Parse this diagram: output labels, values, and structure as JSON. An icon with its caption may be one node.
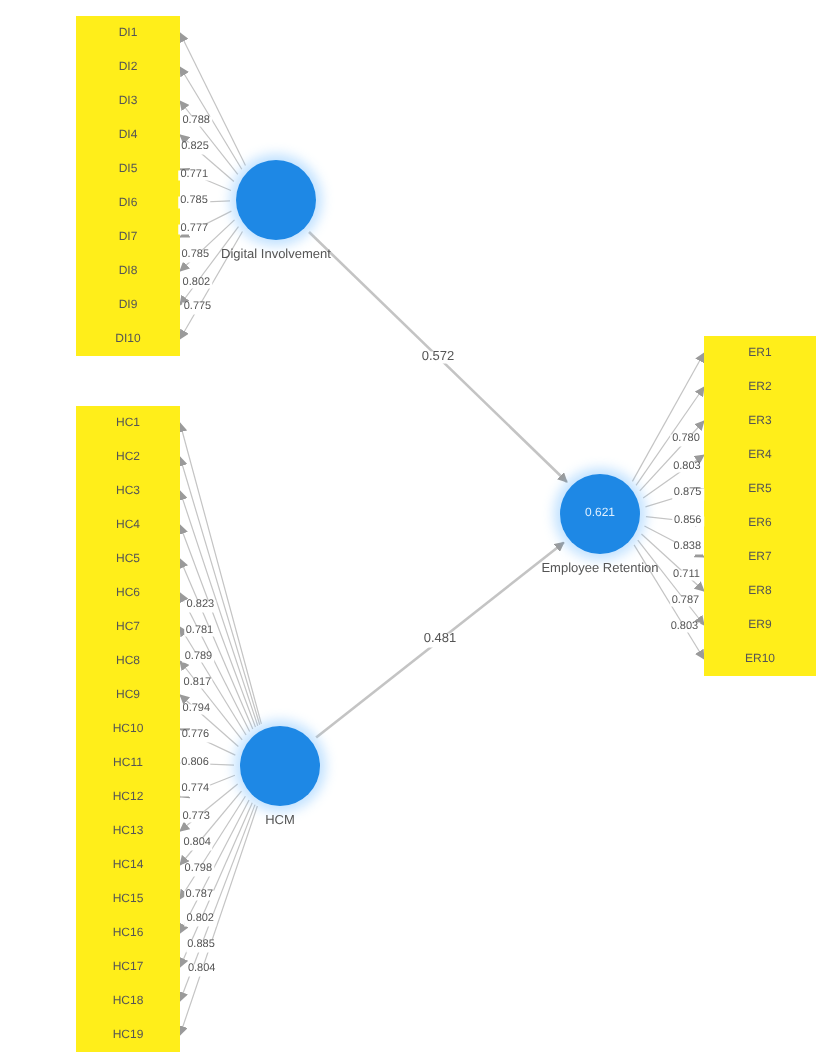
{
  "diagram": {
    "nodes": [
      {
        "text": [],
        "shape": "circle",
        "beside": [
          "Digital Involvement"
        ]
      },
      {
        "text": [
          "DI1"
        ]
      },
      {
        "text": [
          "DI2"
        ]
      },
      {
        "text": [
          "DI3"
        ]
      },
      {
        "text": [
          "DI4"
        ]
      },
      {
        "text": [
          "DI5"
        ]
      },
      {
        "text": [
          "DI6"
        ]
      },
      {
        "text": [
          "DI7"
        ]
      },
      {
        "text": [
          "DI8"
        ]
      },
      {
        "text": [
          "DI9"
        ]
      },
      {
        "text": [
          "DI10"
        ]
      },
      {
        "text": [],
        "shape": "circle",
        "beside": [
          "HCM"
        ]
      },
      {
        "text": [
          "HC1"
        ]
      },
      {
        "text": [
          "HC2"
        ]
      },
      {
        "text": [
          "HC3"
        ]
      },
      {
        "text": [
          "HC4"
        ]
      },
      {
        "text": [
          "HC5"
        ]
      },
      {
        "text": [
          "HC6"
        ]
      },
      {
        "text": [
          "HC7"
        ]
      },
      {
        "text": [
          "HC8"
        ]
      },
      {
        "text": [
          "HC9"
        ]
      },
      {
        "text": [
          "HC10"
        ]
      },
      {
        "text": [
          "HC11"
        ]
      },
      {
        "text": [
          "HC12"
        ]
      },
      {
        "text": [
          "HC13"
        ]
      },
      {
        "text": [
          "HC14"
        ]
      },
      {
        "text": [
          "HC15"
        ]
      },
      {
        "text": [
          "HC16"
        ]
      },
      {
        "text": [
          "HC17"
        ]
      },
      {
        "text": [
          "HC18"
        ]
      },
      {
        "text": [
          "HC19"
        ]
      },
      {
        "text": [
          "0.621"
        ],
        "beside": [
          "Employee Retention"
        ]
      },
      {
        "text": [
          "ER1"
        ]
      },
      {
        "text": [
          "ER2"
        ]
      },
      {
        "text": [
          "ER3"
        ]
      },
      {
        "text": [
          "ER4"
        ]
      },
      {
        "text": [
          "ER5"
        ]
      },
      {
        "text": [
          "ER6"
        ]
      },
      {
        "text": [
          "ER7"
        ]
      },
      {
        "text": [
          "ER8"
        ]
      },
      {
        "text": [
          "ER9"
        ]
      },
      {
        "text": [
          "ER10"
        ]
      }
    ],
    "edges": [
      {
        "from": 0,
        "to": 1,
        "arrow": "to"
      },
      {
        "from": 0,
        "to": 2,
        "arrow": "to"
      },
      {
        "from": 0,
        "to": 3,
        "arrow": "to",
        "label": "0.788"
      },
      {
        "from": 0,
        "to": 4,
        "arrow": "to",
        "label": "0.825"
      },
      {
        "from": 0,
        "to": 5,
        "arrow": "to",
        "label": "0.771"
      },
      {
        "from": 0,
        "to": 6,
        "arrow": "to",
        "label": "0.785"
      },
      {
        "from": 0,
        "to": 7,
        "arrow": "to",
        "label": "0.777"
      },
      {
        "from": 0,
        "to": 8,
        "arrow": "to",
        "label": "0.785"
      },
      {
        "from": 0,
        "to": 9,
        "arrow": "to",
        "label": "0.802"
      },
      {
        "from": 0,
        "to": 10,
        "arrow": "to",
        "label": "0.775"
      },
      {
        "from": 11,
        "to": 12,
        "arrow": "to"
      },
      {
        "from": 11,
        "to": 13,
        "arrow": "to"
      },
      {
        "from": 11,
        "to": 14,
        "arrow": "to"
      },
      {
        "from": 11,
        "to": 15,
        "arrow": "to"
      },
      {
        "from": 11,
        "to": 16,
        "arrow": "to",
        "label": "0.823"
      },
      {
        "from": 11,
        "to": 17,
        "arrow": "to",
        "label": "0.781"
      },
      {
        "from": 11,
        "to": 18,
        "arrow": "to",
        "label": "0.789"
      },
      {
        "from": 11,
        "to": 19,
        "arrow": "to",
        "label": "0.817"
      },
      {
        "from": 11,
        "to": 20,
        "arrow": "to",
        "label": "0.794"
      },
      {
        "from": 11,
        "to": 21,
        "arrow": "to",
        "label": "0.776"
      },
      {
        "from": 11,
        "to": 22,
        "arrow": "to",
        "label": "0.806"
      },
      {
        "from": 11,
        "to": 23,
        "arrow": "to",
        "label": "0.774"
      },
      {
        "from": 11,
        "to": 24,
        "arrow": "to",
        "label": "0.773"
      },
      {
        "from": 11,
        "to": 25,
        "arrow": "to",
        "label": "0.804"
      },
      {
        "from": 11,
        "to": 26,
        "arrow": "to",
        "label": "0.798"
      },
      {
        "from": 11,
        "to": 27,
        "arrow": "to",
        "label": "0.787"
      },
      {
        "from": 11,
        "to": 28,
        "arrow": "to",
        "label": "0.802"
      },
      {
        "from": 11,
        "to": 29,
        "arrow": "to",
        "label": "0.885"
      },
      {
        "from": 11,
        "to": 30,
        "arrow": "to",
        "label": "0.804"
      },
      {
        "from": 31,
        "to": 32,
        "arrow": "to"
      },
      {
        "from": 31,
        "to": 33,
        "arrow": "to"
      },
      {
        "from": 31,
        "to": 34,
        "arrow": "to",
        "label": "0.780"
      },
      {
        "from": 31,
        "to": 35,
        "arrow": "to",
        "label": "0.803"
      },
      {
        "from": 31,
        "to": 36,
        "arrow": "to",
        "label": "0.875"
      },
      {
        "from": 31,
        "to": 37,
        "arrow": "to",
        "label": "0.856"
      },
      {
        "from": 31,
        "to": 38,
        "arrow": "to",
        "label": "0.838"
      },
      {
        "from": 31,
        "to": 39,
        "arrow": "to",
        "label": "0.711"
      },
      {
        "from": 31,
        "to": 40,
        "arrow": "to",
        "label": "0.787"
      },
      {
        "from": 31,
        "to": 41,
        "arrow": "to",
        "label": "0.803"
      },
      {
        "from": 0,
        "to": 31,
        "arrow": "to",
        "label": "0.572"
      },
      {
        "from": 11,
        "to": 31,
        "arrow": "to",
        "label": "0.481"
      }
    ]
  }
}
